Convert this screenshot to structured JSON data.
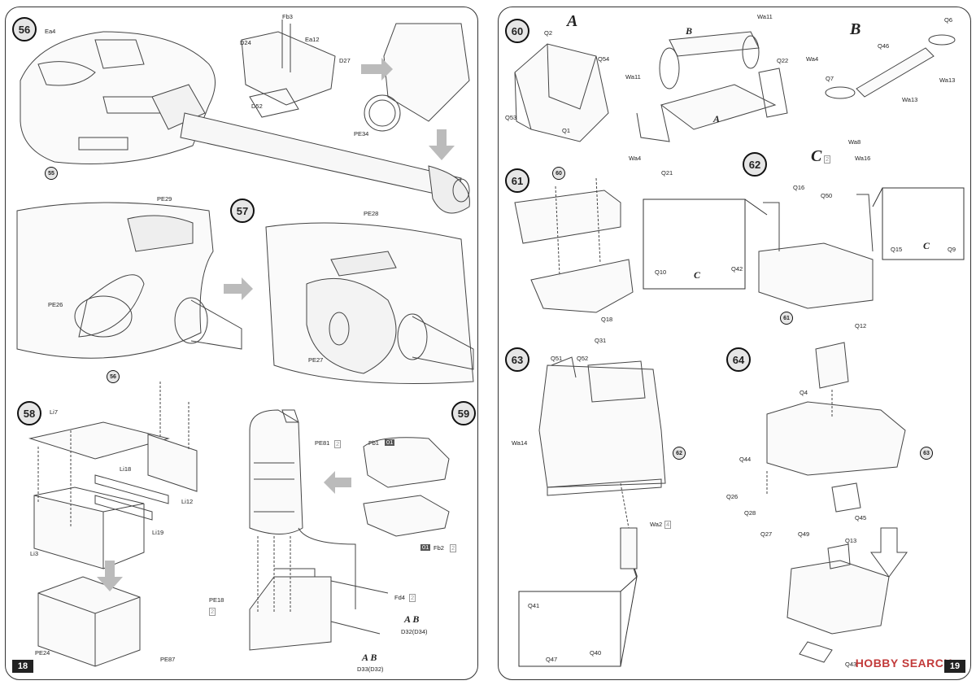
{
  "left_page": {
    "page_number": "18",
    "steps": {
      "s56": {
        "num": "56",
        "labels": {
          "ea4": "Ea4",
          "fb3": "Fb3",
          "d24": "D24",
          "ea12": "Ea12",
          "d27": "D27",
          "d52": "D52",
          "pe34": "PE34",
          "ref55": "55"
        }
      },
      "s57": {
        "num": "57",
        "labels": {
          "pe29": "PE29",
          "pe26": "PE26",
          "ref56": "56",
          "pe28": "PE28",
          "pe27": "PE27"
        }
      },
      "s58": {
        "num": "58",
        "labels": {
          "li7": "Li7",
          "li18": "Li18",
          "li12": "Li12",
          "li19": "Li19",
          "li3": "Li3",
          "pe24": "PE24",
          "pe87": "PE87"
        }
      },
      "s59": {
        "num": "59",
        "labels": {
          "pe81": "PE81",
          "x2a": "2",
          "fb1": "Fb1",
          "fb1_code": "01",
          "fb2": "Fb2",
          "fb2_code": "01",
          "x2b": "2",
          "fd4": "Fd4",
          "x2c": "2",
          "pe18": "PE18",
          "x2d": "2",
          "ab1": "A   B",
          "d32": "D32(D34)",
          "ab2": "A   B",
          "d33": "D33(D32)"
        }
      }
    }
  },
  "right_page": {
    "page_number": "19",
    "watermark": "HOBBY SEARCH",
    "steps": {
      "s60": {
        "num": "60",
        "labels": {
          "A1": "A",
          "B1": "B",
          "B2": "B",
          "A2": "A",
          "q2": "Q2",
          "q54": "Q54",
          "wa11a": "Wa11",
          "wa11b": "Wa11",
          "q6": "Q6",
          "q46": "Q46",
          "q22": "Q22",
          "wa4a": "Wa4",
          "q7": "Q7",
          "wa13a": "Wa13",
          "wa13b": "Wa13",
          "q53": "Q53",
          "q1": "Q1",
          "wa4b": "Wa4",
          "q21": "Q21"
        }
      },
      "s61": {
        "num": "61",
        "labels": {
          "ref60": "60",
          "q18": "Q18"
        }
      },
      "s62": {
        "num": "62",
        "labels": {
          "C1": "C",
          "x2": "2",
          "wa8": "Wa8",
          "wa16": "Wa16",
          "q16": "Q16",
          "q50": "Q50",
          "q10": "Q10",
          "C2": "C",
          "q42": "Q42",
          "q15": "Q15",
          "C3": "C",
          "q9": "Q9",
          "ref61": "61"
        }
      },
      "s63": {
        "num": "63",
        "labels": {
          "q31": "Q31",
          "q51": "Q51",
          "q52": "Q52",
          "wa14": "Wa14",
          "ref62": "62",
          "wa2": "Wa2",
          "x4": "4",
          "q41": "Q41",
          "q47": "Q47",
          "q40": "Q40"
        }
      },
      "s64": {
        "num": "64",
        "labels": {
          "q12": "Q12",
          "q4": "Q4",
          "ref63": "63",
          "q44": "Q44",
          "q26": "Q26",
          "q28": "Q28",
          "q27": "Q27",
          "q49": "Q49",
          "q45": "Q45",
          "q13": "Q13",
          "q43": "Q43"
        }
      }
    }
  }
}
